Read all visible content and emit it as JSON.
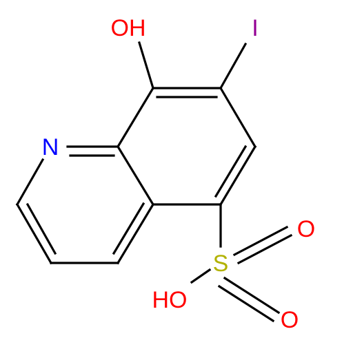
{
  "molecule": {
    "atoms": {
      "oh_top": {
        "text": "OH",
        "color": "#ff0000"
      },
      "iodine": {
        "text": "I",
        "color": "#940094"
      },
      "nitrogen": {
        "text": "N",
        "color": "#0000ff"
      },
      "s": {
        "text": "S",
        "color": "#b2b200"
      },
      "o_right": {
        "text": "O",
        "color": "#ff0000"
      },
      "o_bottom": {
        "text": "O",
        "color": "#ff0000"
      },
      "ho_left": {
        "text": "HO",
        "color": "#ff0000"
      }
    },
    "bond_color": "#000000"
  }
}
